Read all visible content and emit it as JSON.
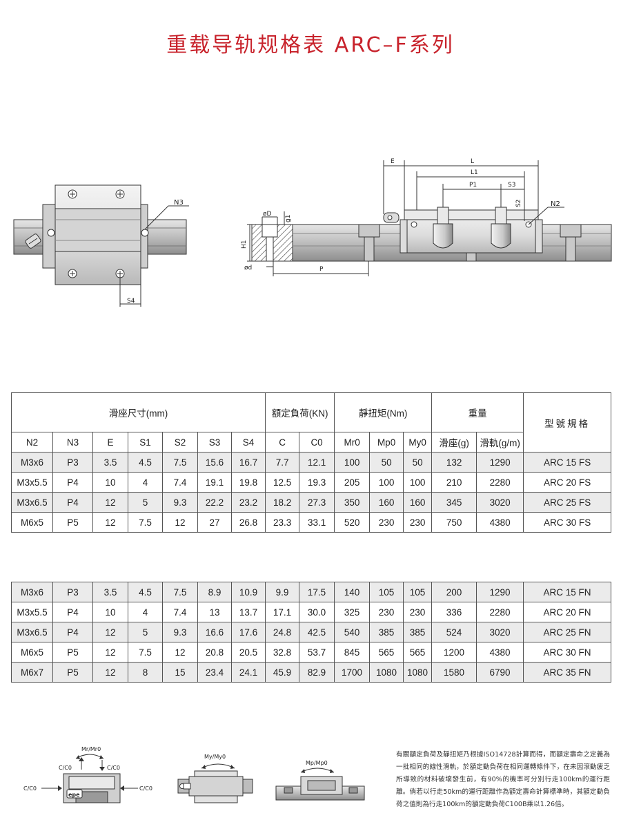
{
  "title": "重载导轨规格表 ARC–F系列",
  "drawing": {
    "labels": {
      "N3": "N3",
      "S4": "S4",
      "E": "E",
      "L": "L",
      "L1": "L1",
      "P1": "P1",
      "S3": "S3",
      "S2": "S2",
      "N2": "N2",
      "D": "øD",
      "g1": "g1",
      "H1": "H1",
      "d": "ød",
      "P": "P"
    }
  },
  "table": {
    "groups": {
      "slider_dims": "滑座尺寸(mm)",
      "rated_load": "額定負荷(KN)",
      "static_torque": "靜扭矩(Nm)",
      "weight": "重量",
      "model": "型號規格"
    },
    "headers": [
      "N2",
      "N3",
      "E",
      "S1",
      "S2",
      "S3",
      "S4",
      "C",
      "C0",
      "Mr0",
      "Mp0",
      "My0",
      "滑座(g)",
      "滑軌(g/m)"
    ],
    "fs_rows": [
      [
        "M3x6",
        "P3",
        "3.5",
        "4.5",
        "7.5",
        "15.6",
        "16.7",
        "7.7",
        "12.1",
        "100",
        "50",
        "50",
        "132",
        "1290",
        "ARC 15 FS"
      ],
      [
        "M3x5.5",
        "P4",
        "10",
        "4",
        "7.4",
        "19.1",
        "19.8",
        "12.5",
        "19.3",
        "205",
        "100",
        "100",
        "210",
        "2280",
        "ARC 20 FS"
      ],
      [
        "M3x6.5",
        "P4",
        "12",
        "5",
        "9.3",
        "22.2",
        "23.2",
        "18.2",
        "27.3",
        "350",
        "160",
        "160",
        "345",
        "3020",
        "ARC 25 FS"
      ],
      [
        "M6x5",
        "P5",
        "12",
        "7.5",
        "12",
        "27",
        "26.8",
        "23.3",
        "33.1",
        "520",
        "230",
        "230",
        "750",
        "4380",
        "ARC 30 FS"
      ]
    ],
    "fn_rows": [
      [
        "M3x6",
        "P3",
        "3.5",
        "4.5",
        "7.5",
        "8.9",
        "10.9",
        "9.9",
        "17.5",
        "140",
        "105",
        "105",
        "200",
        "1290",
        "ARC 15 FN"
      ],
      [
        "M3x5.5",
        "P4",
        "10",
        "4",
        "7.4",
        "13",
        "13.7",
        "17.1",
        "30.0",
        "325",
        "230",
        "230",
        "336",
        "2280",
        "ARC 20 FN"
      ],
      [
        "M3x6.5",
        "P4",
        "12",
        "5",
        "9.3",
        "16.6",
        "17.6",
        "24.8",
        "42.5",
        "540",
        "385",
        "385",
        "524",
        "3020",
        "ARC 25 FN"
      ],
      [
        "M6x5",
        "P5",
        "12",
        "7.5",
        "12",
        "20.8",
        "20.5",
        "32.8",
        "53.7",
        "845",
        "565",
        "565",
        "1200",
        "4380",
        "ARC 30 FN"
      ],
      [
        "M6x7",
        "P5",
        "12",
        "8",
        "15",
        "23.4",
        "24.1",
        "45.9",
        "82.9",
        "1700",
        "1080",
        "1080",
        "1580",
        "6790",
        "ARC 35 FN"
      ]
    ]
  },
  "icons": {
    "mr": "Mr/Mr0",
    "cc": "C/C0",
    "epe": "epe",
    "my": "My/My0",
    "mp": "Mp/Mp0"
  },
  "note": "有關額定負荷及靜扭矩乃根據ISO14728計算而得，而額定壽命之定義為一批相同的線性滑軌，於額定動負荷在相同運轉條件下，在未因滾動疲乏所導致的材料破壞發生前，有90%的機率可分別行走100km的運行距離。倘若以行走50km的運行距離作為額定壽命計算標準時，其額定動負荷之值則為行走100km的額定動負荷C100B乘以1.26倍。"
}
